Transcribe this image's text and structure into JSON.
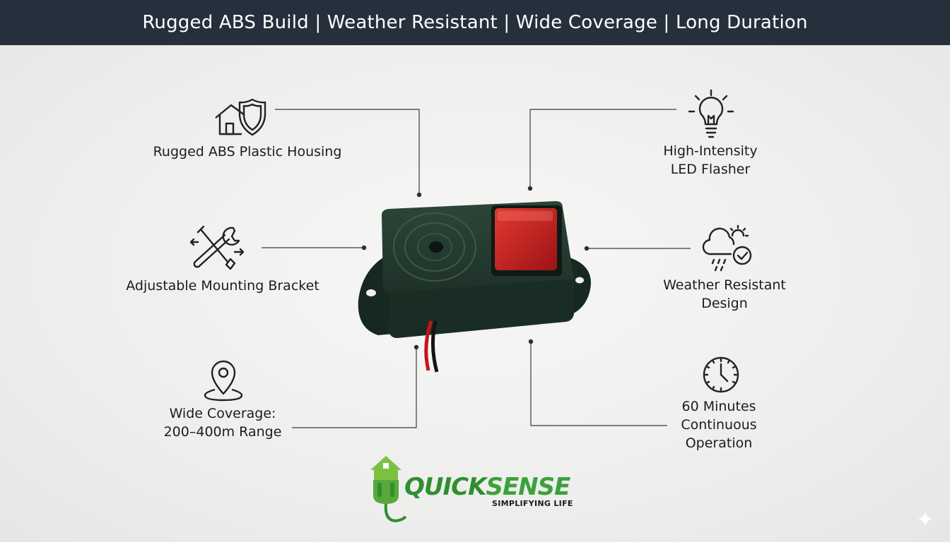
{
  "banner": {
    "title": "Rugged ABS Build | Weather Resistant | Wide Coverage | Long Duration"
  },
  "features": {
    "housing": {
      "icon": "home-shield-icon",
      "label": "Rugged ABS Plastic Housing"
    },
    "bracket": {
      "icon": "wrench-screwdriver-icon",
      "label": "Adjustable Mounting Bracket"
    },
    "coverage": {
      "icon": "location-pin-icon",
      "lines": [
        "Wide Coverage:",
        "200–400m Range"
      ]
    },
    "flasher": {
      "icon": "light-bulb-icon",
      "lines": [
        "High-Intensity",
        "LED Flasher"
      ]
    },
    "weather": {
      "icon": "weather-check-icon",
      "lines": [
        "Weather Resistant",
        "Design"
      ]
    },
    "duration": {
      "icon": "clock-icon",
      "lines": [
        "60 Minutes",
        "Continuous",
        "Operation"
      ]
    }
  },
  "logo": {
    "name_first": "QUICK",
    "name_second": "SENSE",
    "tagline": "SIMPLIFYING LIFE"
  },
  "colors": {
    "banner": "#26303d",
    "device_body": "#1f3329",
    "led": "#c0191b",
    "logo_green": "#2f8f2e",
    "logo_lime": "#7cc242"
  }
}
